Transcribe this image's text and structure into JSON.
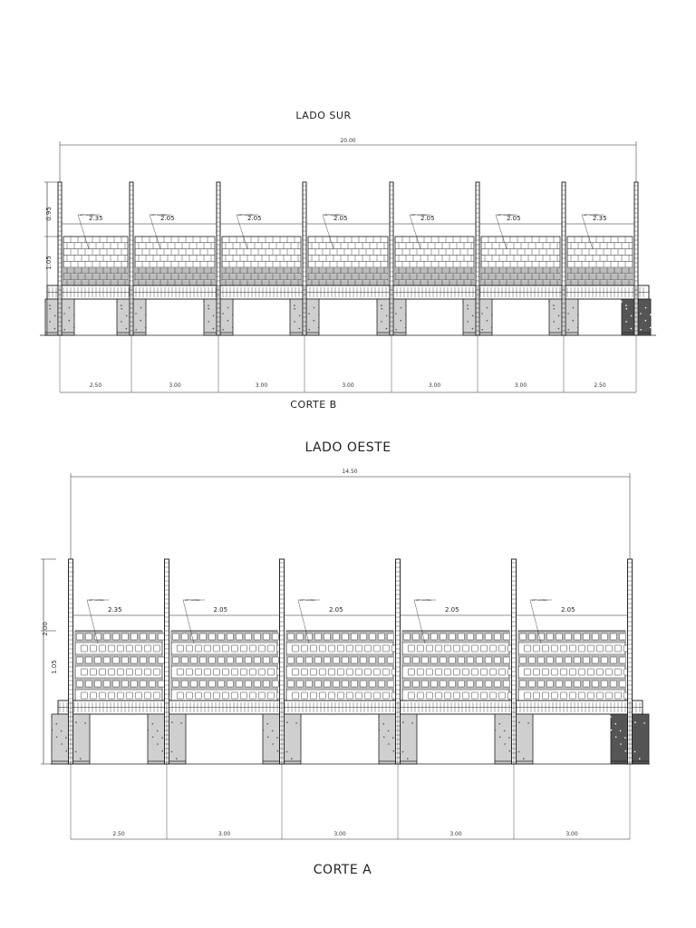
{
  "sections": [
    {
      "title": "LADO SUR",
      "subtitle": "CORTE B",
      "overall_dim": "20.00",
      "bay_labels": [
        "2.35",
        "2.05",
        "2.05",
        "2.05",
        "2.05",
        "2.05",
        "2.35"
      ],
      "bottom_dims": [
        "2.50",
        "3.00",
        "3.00",
        "3.00",
        "3.00",
        "3.00",
        "2.50"
      ],
      "callout_text": "ø1\" varillas",
      "side_dims": [
        "0.95",
        "1.05"
      ]
    },
    {
      "title": "LADO OESTE",
      "subtitle": "CORTE A",
      "overall_dim": "14.50",
      "bay_labels": [
        "2.35",
        "2.05",
        "2.05",
        "2.05",
        "2.05"
      ],
      "bottom_dims": [
        "2.50",
        "3.00",
        "3.00",
        "3.00",
        "3.00"
      ],
      "callout_text": "ø1\" varillas",
      "side_dims": [
        "2.00",
        "1.05"
      ]
    }
  ]
}
